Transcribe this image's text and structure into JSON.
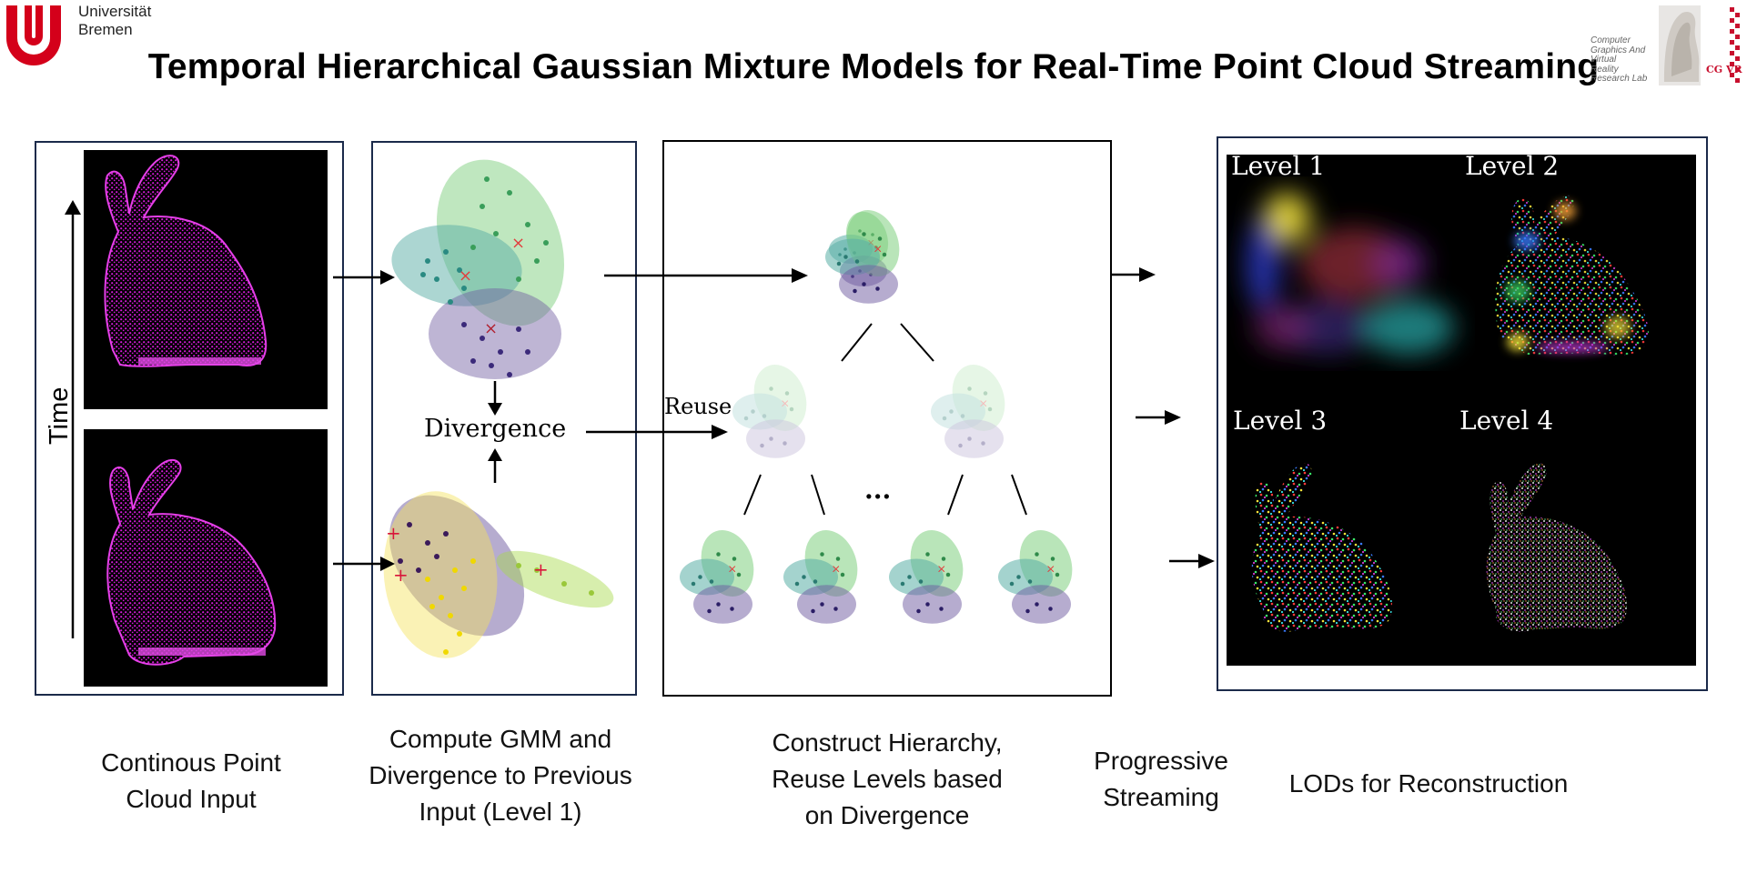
{
  "header": {
    "title": "Temporal Hierarchical Gaussian Mixture Models for Real-Time Point Cloud Streaming",
    "university_line1": "Universität",
    "university_line2": "Bremen",
    "lab_lines": [
      "Computer",
      "Graphics And",
      "Virtual",
      "Reality",
      "Research Lab"
    ],
    "lab_badge": "CG VR"
  },
  "input_panel": {
    "time_label": "Time"
  },
  "gmm_panel": {
    "divergence_label": "Divergence"
  },
  "hierarchy_panel": {
    "reuse_label": "Reuse",
    "ellipsis": "..."
  },
  "lod_panel": {
    "levels": [
      "Level 1",
      "Level 2",
      "Level 3",
      "Level 4"
    ]
  },
  "captions": {
    "input": [
      "Continous Point",
      "Cloud Input"
    ],
    "gmm": [
      "Compute GMM and",
      "Divergence to Previous",
      "Input (Level 1)"
    ],
    "hierarchy": [
      "Construct Hierarchy,",
      "Reuse Levels based",
      "on Divergence"
    ],
    "streaming": [
      "Progressive",
      "Streaming"
    ],
    "lods": [
      "LODs for Reconstruction"
    ]
  },
  "colors": {
    "panel_border": "#1b2a4a",
    "bunny": "#d21ad6",
    "gmm_green": "#7fd07f",
    "gmm_teal": "#5aaea6",
    "gmm_purple": "#6e5aa0",
    "gmm_yellow": "#f3e25a"
  }
}
